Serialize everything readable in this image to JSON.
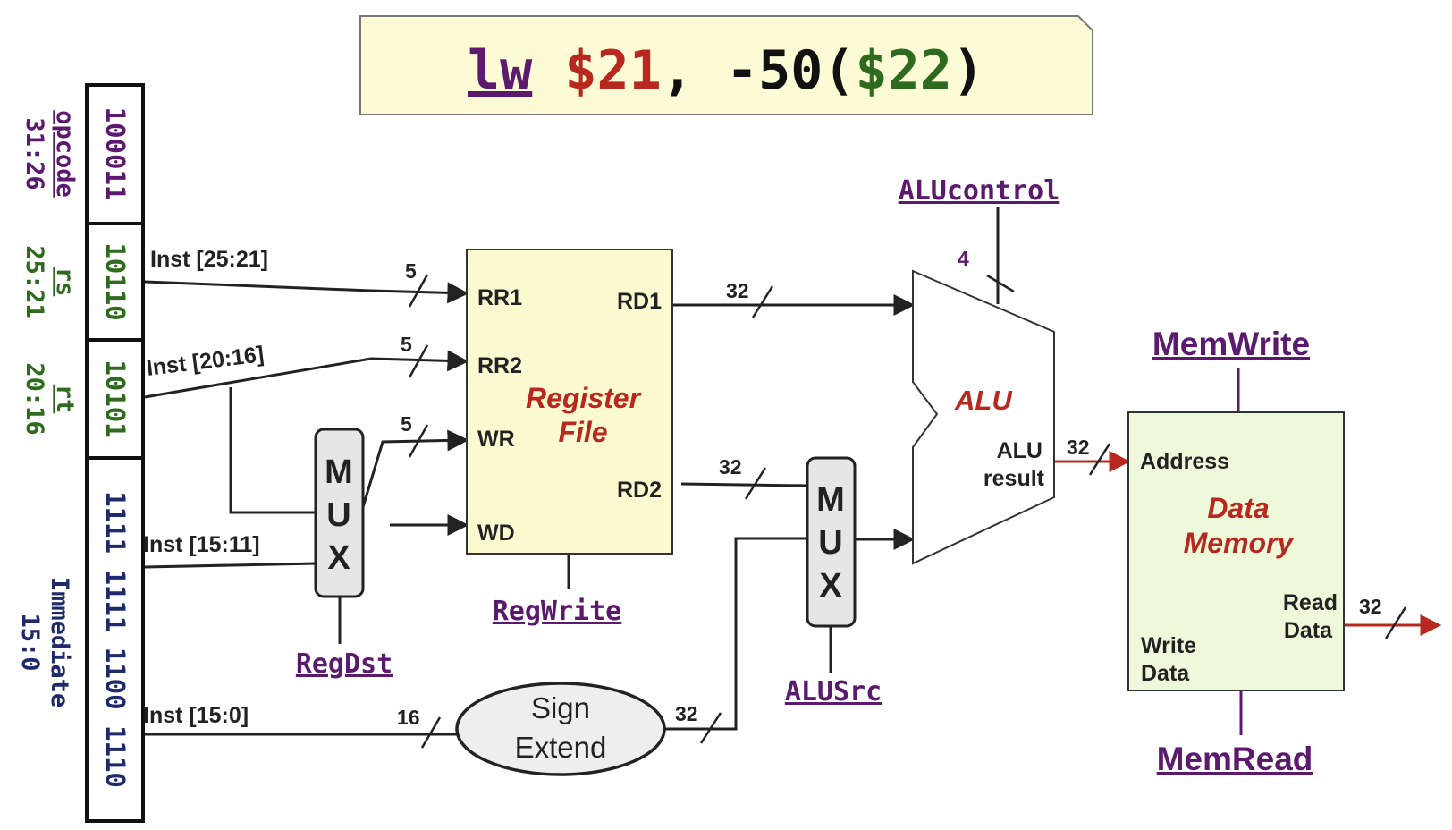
{
  "instruction": {
    "op": "lw",
    "rt": "$21",
    "sep": ",",
    "offset": "-50",
    "lparen": "(",
    "rs": "$22",
    "rparen": ")"
  },
  "fields": [
    {
      "bits": "100011",
      "name": "opcode",
      "range": "31:26"
    },
    {
      "bits": "10110",
      "name": "rs",
      "range": "25:21"
    },
    {
      "bits": "10101",
      "name": "rt",
      "range": "20:16"
    },
    {
      "bits": "1111 1111 1100 1110",
      "name": "Immediate",
      "range": "15:0"
    }
  ],
  "wire_labels": {
    "inst_25_21": "Inst [25:21]",
    "inst_20_16": "Inst [20:16]",
    "inst_15_11": "Inst [15:11]",
    "inst_15_0": "Inst [15:0]"
  },
  "bus_widths": {
    "rr1": "5",
    "rr2": "5",
    "wr": "5",
    "rd1": "32",
    "rd2": "32",
    "alucontrol": "4",
    "alu_result": "32",
    "sign_in": "16",
    "sign_out": "32",
    "read_data": "32"
  },
  "register_file": {
    "title_line1": "Register",
    "title_line2": "File",
    "ports": {
      "rr1": "RR1",
      "rr2": "RR2",
      "wr": "WR",
      "wd": "WD",
      "rd1": "RD1",
      "rd2": "RD2"
    }
  },
  "mux_regdst": {
    "letters": [
      "M",
      "U",
      "X"
    ]
  },
  "mux_alusrc": {
    "letters": [
      "M",
      "U",
      "X"
    ]
  },
  "alu": {
    "title": "ALU",
    "result_line1": "ALU",
    "result_line2": "result"
  },
  "sign_extend": {
    "line1": "Sign",
    "line2": "Extend"
  },
  "data_memory": {
    "title_line1": "Data",
    "title_line2": "Memory",
    "address": "Address",
    "read_data_line1": "Read",
    "read_data_line2": "Data",
    "write_data_line1": "Write",
    "write_data_line2": "Data"
  },
  "control_signals": {
    "regwrite": "RegWrite",
    "regdst": "RegDst",
    "alusrc": "ALUSrc",
    "alucontrol": "ALUcontrol",
    "memwrite": "MemWrite",
    "memread": "MemRead"
  },
  "colors": {
    "purple": "#5b1a6e",
    "red": "#b8281e",
    "green": "#2e6b1e",
    "navy": "#1e2a6b",
    "instr_bg": "#fdfbd5",
    "regfile_bg": "#fbf9d0",
    "memory_bg": "#eef9dc",
    "mux_bg": "#e6e6e6"
  }
}
